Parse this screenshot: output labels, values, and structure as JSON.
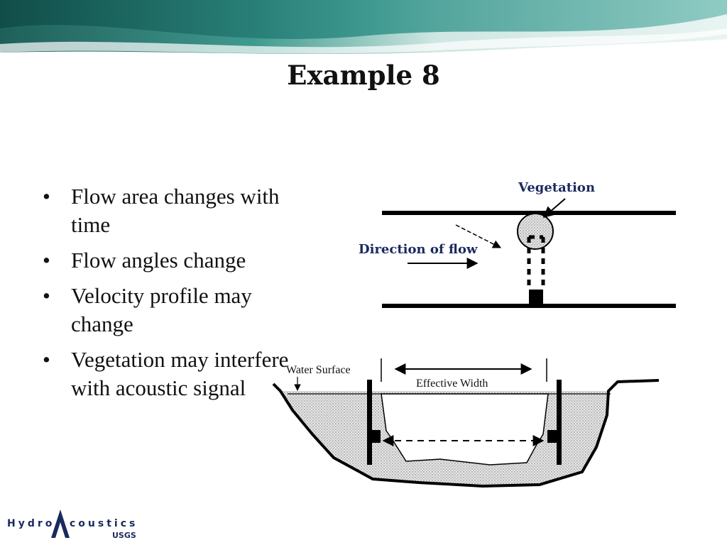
{
  "slide": {
    "title": "Example 8",
    "bullets": [
      "Flow area changes with time",
      "Flow angles change",
      "Velocity profile may change",
      "Vegetation may interfere with acoustic signal"
    ]
  },
  "plan_view": {
    "vegetation_label": "Vegetation",
    "flow_label": "Direction of flow"
  },
  "cross_section": {
    "water_surface_label": "Water Surface",
    "effective_width_label": "Effective Width"
  },
  "logo": {
    "text_left": "Hydro",
    "text_right": "coustics",
    "agency": "USGS"
  },
  "colors": {
    "label_navy": "#1a2a5e",
    "banner_teal": "#2e8f86"
  }
}
